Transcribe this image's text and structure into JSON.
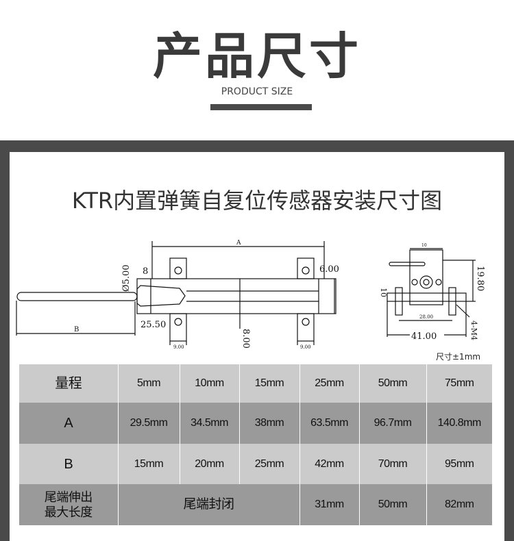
{
  "header": {
    "title": "产品尺寸",
    "subtitle": "PRODUCT SIZE"
  },
  "heading": "KTR内置弹簧自复位传感器安装尺寸图",
  "drawing": {
    "labels": {
      "A": "A",
      "B": "B",
      "d5": "Ø5.00",
      "eight": "8",
      "six": "6.00",
      "d2550": "25.50",
      "d800": "8.00",
      "d900a": "9.00",
      "d900b": "9.00",
      "d1980": "19.80",
      "d10": "10",
      "d28": "28.00",
      "d41": "41.00",
      "m4": "4-M4",
      "top": "10"
    }
  },
  "tolerance": "尺寸±1mm",
  "table": {
    "rows": [
      {
        "label": "量程",
        "cells": [
          "5mm",
          "10mm",
          "15mm",
          "25mm",
          "50mm",
          "75mm"
        ]
      },
      {
        "label": "A",
        "cells": [
          "29.5mm",
          "34.5mm",
          "38mm",
          "63.5mm",
          "96.7mm",
          "140.8mm"
        ]
      },
      {
        "label": "B",
        "cells": [
          "15mm",
          "20mm",
          "25mm",
          "42mm",
          "70mm",
          "95mm"
        ]
      }
    ],
    "last": {
      "label_1": "尾端伸出",
      "label_2": "最大长度",
      "merged": "尾端封闭",
      "cells": [
        "31mm",
        "50mm",
        "82mm"
      ]
    }
  },
  "colors": {
    "frame": "#4a4a4a",
    "row_light": "#cbcbcb",
    "row_dark": "#9a9a9a"
  }
}
